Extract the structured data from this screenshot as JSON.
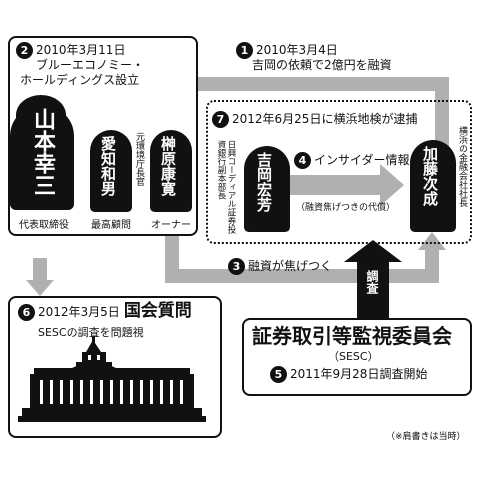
{
  "step1": {
    "num": "1",
    "date": "2010年3月4日",
    "text": "吉岡の依頼で2億円を融資"
  },
  "step2": {
    "num": "2",
    "date": "2010年3月11日",
    "line2": "ブルーエコノミー・",
    "line3": "ホールディングス設立"
  },
  "step3": {
    "num": "3",
    "text": "融資が焦げつく"
  },
  "step4": {
    "num": "4",
    "text": "インサイダー情報",
    "sub": "（融資焦げつきの代償）"
  },
  "step5": {
    "num": "5",
    "text": "2011年9月28日調査開始"
  },
  "step6": {
    "num": "6",
    "date": "2012年3月5日",
    "title": "国会質問",
    "sub": "SESCの調査を問題視"
  },
  "step7": {
    "num": "7",
    "text": "2012年6月25日に横浜地検が逮捕"
  },
  "persons": {
    "yamamoto": {
      "name": "山本幸三",
      "role": "代表取締役"
    },
    "aichi": {
      "name": "愛知和男",
      "role": "最高顧問",
      "title": "元環境庁長官"
    },
    "sakakibara": {
      "name": "榊原康寛",
      "role": "オーナー"
    },
    "yoshioka": {
      "name": "吉岡宏芳",
      "title": "日興コーディアル証券投資銀行副本部長"
    },
    "kato": {
      "name": "加藤次成",
      "title": "横浜の金融会社社長"
    }
  },
  "sesc": {
    "title": "証券取引等監視委員会",
    "abbr": "（SESC）"
  },
  "investigation_label": "調査",
  "footnote": "（※肩書きは当時）",
  "colors": {
    "arrow": "#b0b0b0",
    "silhouette": "#111111"
  }
}
